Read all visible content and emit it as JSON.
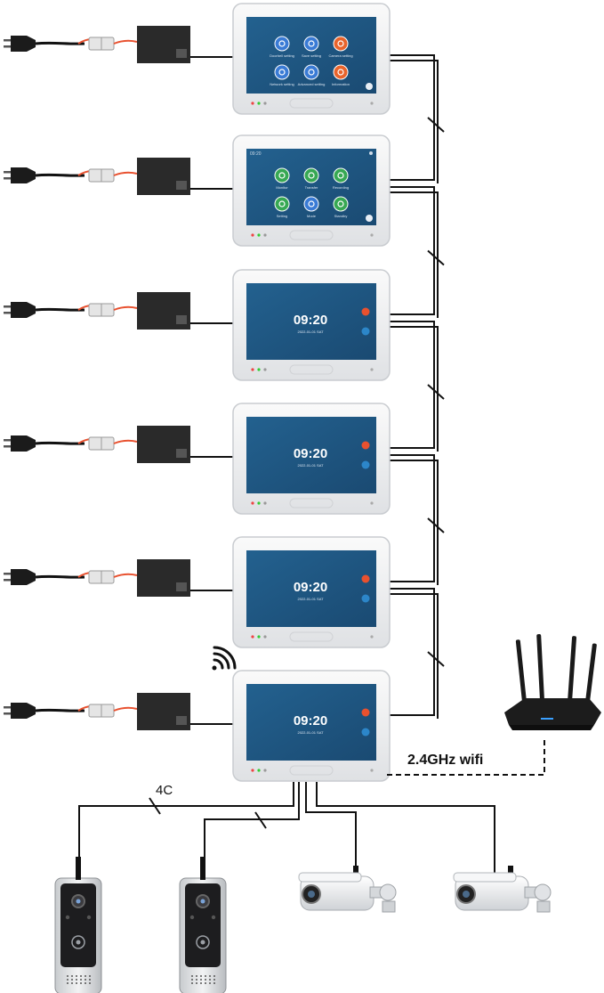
{
  "labels": {
    "wifi_link": "2.4GHz wifi",
    "cable_4c": "4C"
  },
  "monitors": [
    {
      "screen": "menu",
      "apps": [
        {
          "label": "Doorbell setting",
          "color": "#3a7bd5",
          "icon": "gear-icon"
        },
        {
          "label": "Save setting",
          "color": "#3a7bd5",
          "icon": "save-icon"
        },
        {
          "label": "Camera setting",
          "color": "#e8642c",
          "icon": "camera-icon"
        },
        {
          "label": "Network setting",
          "color": "#3a7bd5",
          "icon": "network-icon"
        },
        {
          "label": "Advanced setting",
          "color": "#3a7bd5",
          "icon": "tools-icon"
        },
        {
          "label": "Information",
          "color": "#e8642c",
          "icon": "info-icon"
        }
      ]
    },
    {
      "screen": "home",
      "status_time": "09:20",
      "apps": [
        {
          "label": "Monitor",
          "color": "#37a853",
          "icon": "monitor-icon"
        },
        {
          "label": "Transfer",
          "color": "#37a853",
          "icon": "phone-icon"
        },
        {
          "label": "Recording",
          "color": "#37a853",
          "icon": "record-icon"
        },
        {
          "label": "Setting",
          "color": "#37a853",
          "icon": "gear-icon"
        },
        {
          "label": "Mode",
          "color": "#3a7bd5",
          "icon": "mode-icon"
        },
        {
          "label": "Standby",
          "color": "#37a853",
          "icon": "power-icon"
        }
      ]
    },
    {
      "screen": "clock",
      "time": "09:20",
      "date": "2022-01-01   SAT"
    },
    {
      "screen": "clock",
      "time": "09:20",
      "date": "2022-01-01   SAT"
    },
    {
      "screen": "clock",
      "time": "09:20",
      "date": "2022-01-01   SAT"
    },
    {
      "screen": "clock",
      "time": "09:20",
      "date": "2022-01-01   SAT"
    }
  ],
  "colors": {
    "screen": "#1f5580",
    "bezel": "#f1f2f3",
    "bezel_edge": "#c9ccd0",
    "adapter": "#2a2a2a",
    "wire": "#111111",
    "accent_red": "#e8512f",
    "accent_blue": "#2c86c9"
  },
  "devices": {
    "doorbells": 2,
    "cameras": 2,
    "router": 1
  }
}
